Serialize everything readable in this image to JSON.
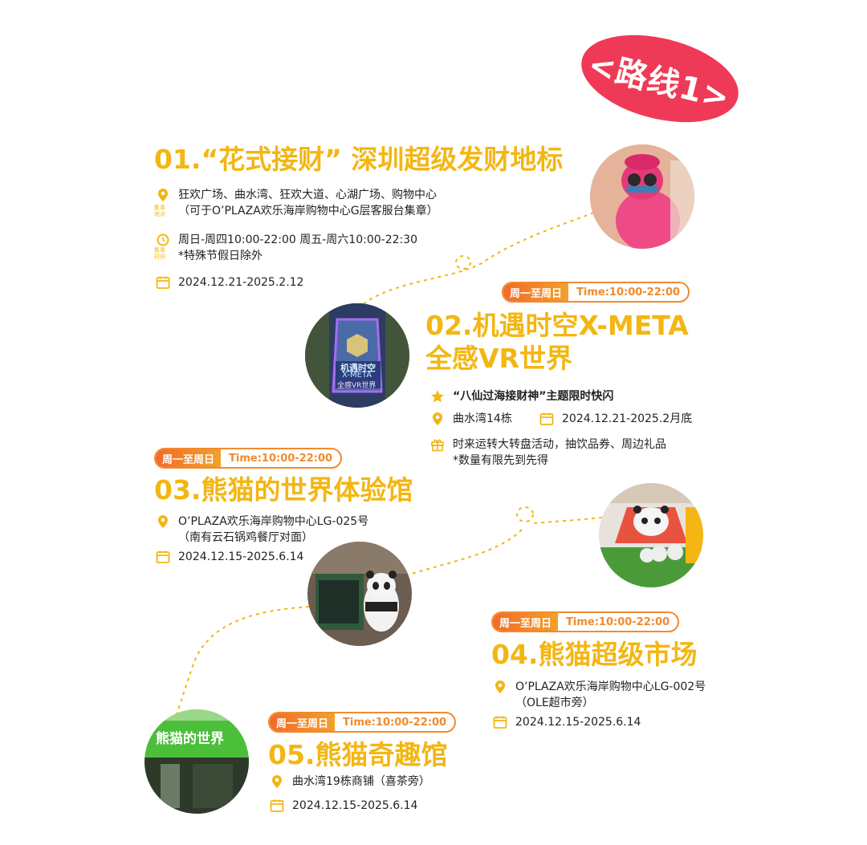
{
  "route_badge": "<路线1>",
  "colors": {
    "accent": "#f3b612",
    "badge": "#ef3a57",
    "pill_start": "#f36a2a",
    "pill_end": "#f3a12a"
  },
  "section1": {
    "title": "01.“花式接财” 深圳超级发财地标",
    "location_line1": "狂欢广场、曲水湾、狂欢大道、心湖广场、购物中心",
    "location_line2": "（可于O’PLAZA欢乐海岸购物中心G层客服台集章）",
    "location_tag": "集章地点",
    "hours_line1": "周日-周四10:00-22:00 周五-周六10:00-22:30",
    "hours_line2": "*特殊节假日除外",
    "hours_tag": "集章时间",
    "dates": "2024.12.21-2025.2.12"
  },
  "section2": {
    "pill_days": "周一至周日",
    "pill_time": "Time:10:00-22:00",
    "title_line1": "02.机遇时空X-META",
    "title_line2": "全感VR世界",
    "event": "“八仙过海接财神”主题限时快闪",
    "location": "曲水湾14栋",
    "dates": "2024.12.21-2025.2月底",
    "gift_line1": "时来运转大转盘活动，抽饮品券、周边礼品",
    "gift_line2": "*数量有限先到先得"
  },
  "section3": {
    "pill_days": "周一至周日",
    "pill_time": "Time:10:00-22:00",
    "title": "03.熊猫的世界体验馆",
    "location_line1": "O’PLAZA欢乐海岸购物中心LG-025号",
    "location_line2": "（南有云石锅鸡餐厅对面）",
    "dates": "2024.12.15-2025.6.14"
  },
  "section4": {
    "pill_days": "周一至周日",
    "pill_time": "Time:10:00-22:00",
    "title": "04.熊猫超级市场",
    "location_line1": "O’PLAZA欢乐海岸购物中心LG-002号",
    "location_line2": "（OLE超市旁）",
    "dates": "2024.12.15-2025.6.14"
  },
  "section5": {
    "pill_days": "周一至周日",
    "pill_time": "Time:10:00-22:00",
    "title": "05.熊猫奇趣馆",
    "location": "曲水湾19栋商铺（喜茶旁）",
    "dates": "2024.12.15-2025.6.14"
  },
  "photo_text": {
    "meta_sign": "机遇时空",
    "meta_sign2": "X-META",
    "meta_sign3": "全感VR世界",
    "panda_store": "熊猫的世界"
  }
}
